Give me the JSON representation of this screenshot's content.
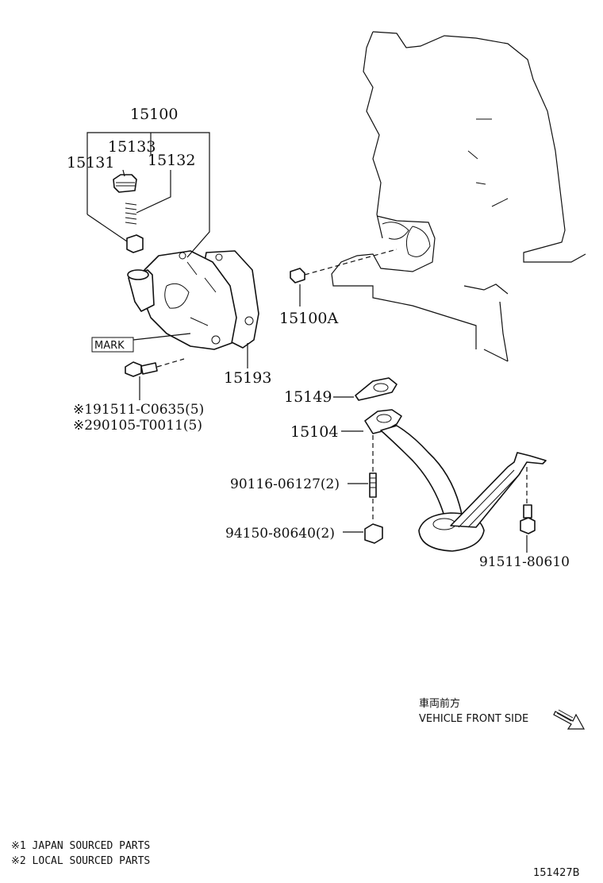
{
  "diagram": {
    "parts": {
      "p15100": "15100",
      "p15133": "15133",
      "p15131": "15131",
      "p15132": "15132",
      "p15100a": "15100A",
      "p15193": "15193",
      "p15149": "15149",
      "p15104": "15104",
      "bolt_jp": "※191511-C0635(5)",
      "bolt_local": "※290105-T0011(5)",
      "stud": "90116-06127(2)",
      "nut": "94150-80640(2)",
      "bolt_strainer": "91511-80610"
    },
    "mark_label": "MARK",
    "front": {
      "jp": "車両前方",
      "en": "VEHICLE FRONT SIDE"
    },
    "notes": {
      "n1": "※1  JAPAN SOURCED PARTS",
      "n2": "※2  LOCAL SOURCED PARTS"
    },
    "figure_id": "151427B"
  }
}
